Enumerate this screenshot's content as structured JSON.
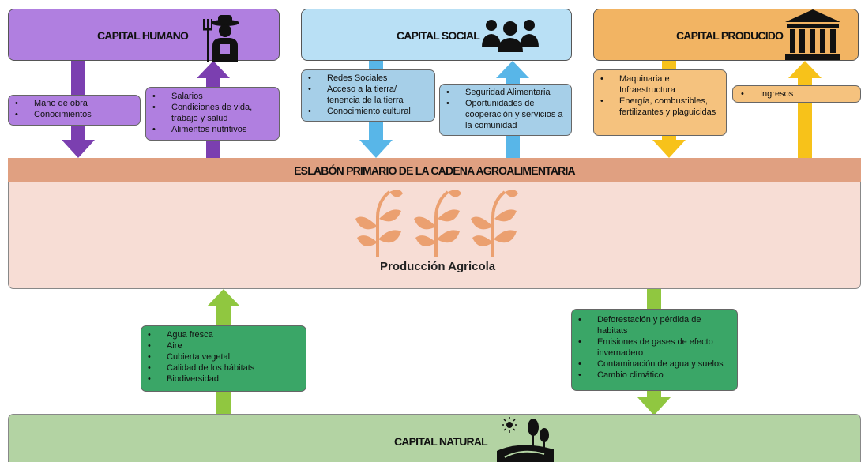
{
  "colors": {
    "humano": "#b07fe0",
    "humano_arrow": "#7b3fb0",
    "social": "#b9e0f5",
    "social_note": "#a6cfe8",
    "social_arrow": "#58b6e8",
    "producido": "#f2b463",
    "producido_note": "#f5c27e",
    "producido_arrow": "#f7c21a",
    "eslabon": "#e0a081",
    "produccion": "#f7ddd5",
    "natural": "#b3d3a3",
    "natural_note": "#3aa667",
    "natural_arrow": "#90c740",
    "plant": "#eba070"
  },
  "capital_humano": {
    "title": "CAPITAL HUMANO",
    "icon": "farmer-icon",
    "inputs": [
      "Mano de obra",
      "Conocimientos"
    ],
    "outputs": [
      "Salarios",
      "Condiciones de vida, trabajo y salud",
      "Alimentos nutritivos"
    ]
  },
  "capital_social": {
    "title": "CAPITAL SOCIAL",
    "icon": "people-group-icon",
    "inputs": [
      "Redes Sociales",
      "Acceso a la tierra/ tenencia de la tierra",
      "Conocimiento cultural"
    ],
    "outputs": [
      "Seguridad Alimentaria",
      "Oportunidades de cooperación y servicios a la comunidad"
    ]
  },
  "capital_producido": {
    "title": "CAPITAL PRODUCIDO",
    "icon": "bank-building-icon",
    "inputs": [
      "Maquinaria e Infraestructura",
      "Energía, combustibles, fertilizantes y plaguicidas"
    ],
    "outputs": [
      "Ingresos"
    ]
  },
  "eslabon": {
    "title": "ESLABÓN PRIMARIO DE LA CADENA AGROALIMENTARIA"
  },
  "produccion": {
    "label": "Producción Agricola",
    "icon": "plant-sprout-icon"
  },
  "capital_natural": {
    "title": "CAPITAL NATURAL",
    "icon": "landscape-sun-tree-icon",
    "inputs": [
      "Agua fresca",
      "Aire",
      "Cubierta vegetal",
      "Calidad de los hábitats",
      "Biodiversidad"
    ],
    "impacts": [
      "Deforestación y pérdida de habitats",
      "Emisiones de gases de efecto invernadero",
      "Contaminación de agua y suelos",
      "Cambio climático"
    ]
  }
}
